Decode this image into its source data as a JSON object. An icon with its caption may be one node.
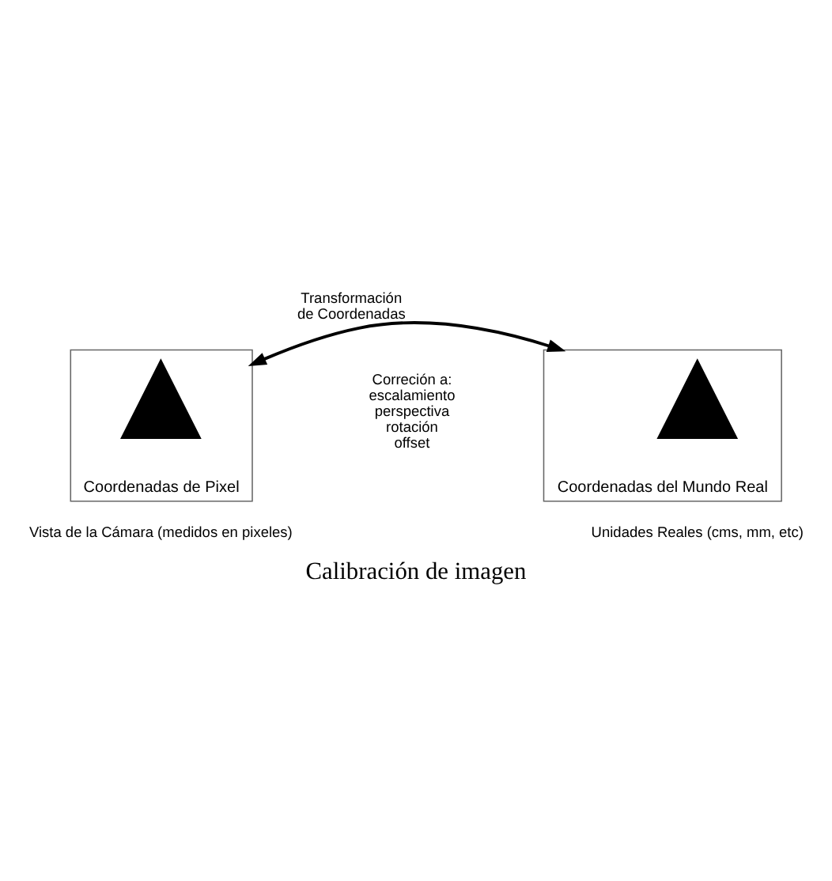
{
  "diagram": {
    "caption": "Calibración de imagen",
    "nodes": [
      {
        "text": [
          "Coordenadas de Pixel"
        ],
        "beside": [
          "Vista de la Cámara (medidos en pixeles)"
        ]
      },
      {
        "text": [],
        "shape": "triangle",
        "in": 0
      },
      {
        "text": [
          "Coordenadas del Mundo Real"
        ],
        "beside": [
          "Unidades Reales (cms, mm, etc)"
        ]
      },
      {
        "text": [],
        "shape": "triangle",
        "in": 2
      }
    ],
    "edges": [
      {
        "from": 0,
        "to": 2,
        "arrow": "both",
        "label": "Transformación de Coordenadas"
      }
    ],
    "labels": [
      "Correción a: escalamiento perspectiva rotación offset"
    ]
  }
}
